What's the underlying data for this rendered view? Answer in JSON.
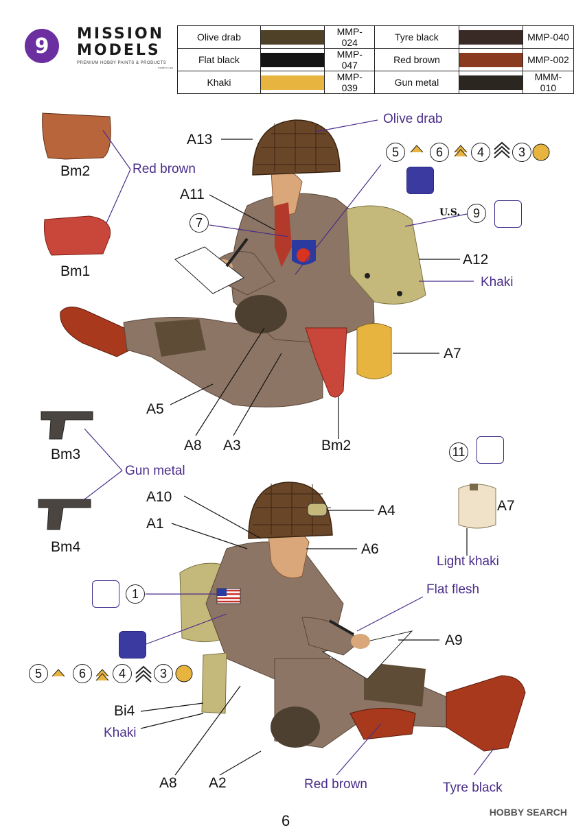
{
  "header": {
    "step_number": "9",
    "brand_line1": "MISSION",
    "brand_line2": "MODELS",
    "brand_tagline": "PREMIUM HOBBY PAINTS & PRODUCTS",
    "brand_small": "made in usa"
  },
  "paints": [
    {
      "name": "Olive drab",
      "code": "MMP-024",
      "color": "#4e4127"
    },
    {
      "name": "Tyre black",
      "code": "MMP-040",
      "color": "#3a2a26"
    },
    {
      "name": "Flat black",
      "code": "MMP-047",
      "color": "#141414"
    },
    {
      "name": "Red brown",
      "code": "MMP-002",
      "color": "#8a3a1e"
    },
    {
      "name": "Khaki",
      "code": "MMP-039",
      "color": "#e7b43f"
    },
    {
      "name": "Gun metal",
      "code": "MMM-010",
      "color": "#2c2620"
    }
  ],
  "labels": {
    "a13": "A13",
    "a11": "A11",
    "a12": "A12",
    "a7_top": "A7",
    "a5": "A5",
    "a8_top": "A8",
    "a3": "A3",
    "bm2_bottom": "Bm2",
    "bm2_top": "Bm2",
    "bm1": "Bm1",
    "bm3": "Bm3",
    "bm4": "Bm4",
    "a10": "A10",
    "a1": "A1",
    "a4": "A4",
    "a6": "A6",
    "a9": "A9",
    "a7_canteen": "A7",
    "bi4": "Bi4",
    "a8_bottom": "A8",
    "a2": "A2"
  },
  "color_labels": {
    "olive_drab": "Olive drab",
    "red_brown_top": "Red brown",
    "khaki_top": "Khaki",
    "gun_metal": "Gun metal",
    "light_khaki": "Light khaki",
    "flat_flesh": "Flat flesh",
    "khaki_bottom": "Khaki",
    "red_brown_bottom": "Red brown",
    "tyre_black": "Tyre black"
  },
  "decal_numbers": {
    "five_a": "5",
    "six_a": "6",
    "four_a": "4",
    "three_a": "3",
    "seven": "7",
    "nine": "9",
    "eleven": "11",
    "one": "1",
    "five_b": "5",
    "six_b": "6",
    "four_b": "4",
    "three_b": "3"
  },
  "us_marking": "U.S.",
  "page_number": "6",
  "watermark": "HOBBY SEARCH"
}
